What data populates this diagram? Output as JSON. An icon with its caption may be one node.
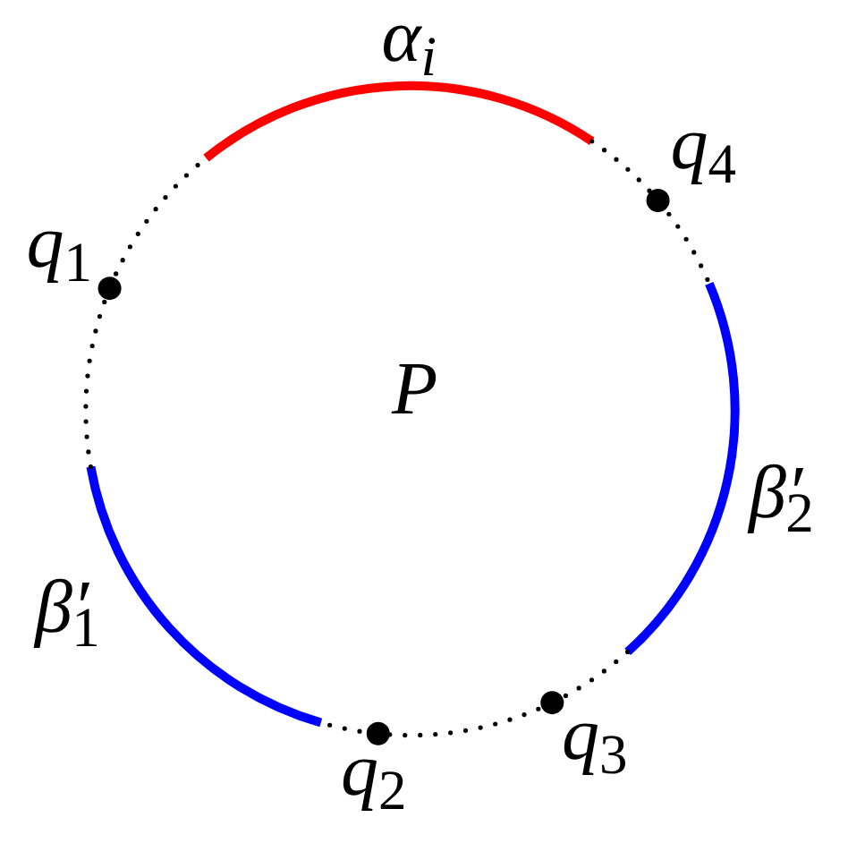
{
  "diagram": {
    "labels": [
      "α$_{i}$",
      "q$_{4}$",
      "q$_{1}$",
      "P",
      "β′$_{2}$",
      "β′$_{1}$",
      "q$_{2}$",
      "q$_{3}$"
    ]
  }
}
